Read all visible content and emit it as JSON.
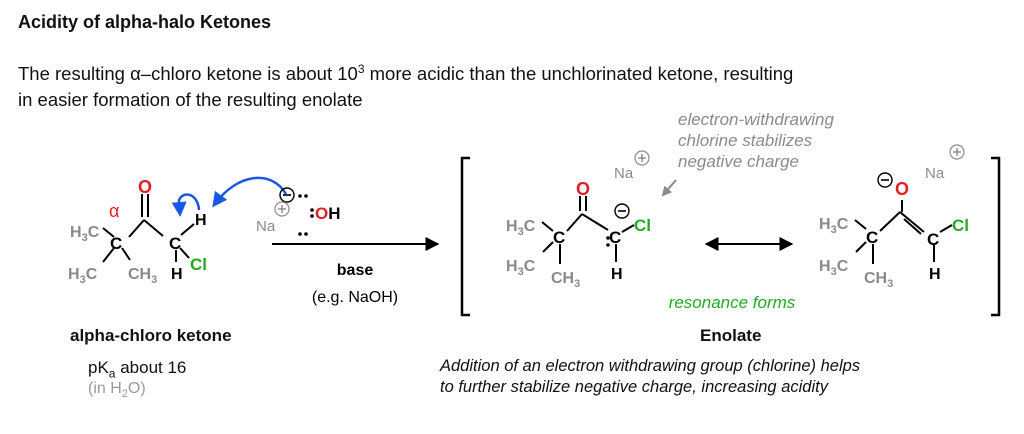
{
  "title": "Acidity of alpha-halo Ketones",
  "intro": {
    "line1_before": "The resulting ",
    "alpha": "α",
    "line1_mid": "–chloro ketone is about 10",
    "exponent": "3",
    "line1_after": " more acidic than the unchlorinated ketone, resulting",
    "line2": "in easier formation of the resulting enolate"
  },
  "reactant": {
    "name": "alpha-chloro ketone",
    "pka_prefix": "pK",
    "pka_sub": "a",
    "pka_suffix": " about 16",
    "solvent_prefix": "(in H",
    "solvent_sub": "2",
    "solvent_suffix": "O)",
    "alpha_symbol": "α"
  },
  "reagent": {
    "base_label": "base",
    "example": "(e.g. NaOH)",
    "sodium": "Na",
    "hydroxide": "OH"
  },
  "atoms": {
    "methyl": "H3C",
    "methyl_h": "H",
    "methyl_3": "3",
    "methyl_c": "C",
    "ch3_c": "CH",
    "ch3_3": "3",
    "carbon": "C",
    "oxygen": "O",
    "chlorine": "Cl",
    "hydrogen": "H",
    "plus": "+",
    "minus": "−"
  },
  "annotation": {
    "line1": "electron-withdrawing",
    "line2": "chlorine stabilizes",
    "line3": "negative charge"
  },
  "resonance_label": "resonance forms",
  "product_name": "Enolate",
  "addition_note": {
    "line1": "Addition of an electron withdrawing group (chlorine) helps",
    "line2": "to further stabilize negative charge, increasing acidity"
  },
  "colors": {
    "oxygen": "#e02020",
    "chlorine": "#22aa22",
    "curved_arrow": "#1a56e8",
    "counterion": "#8a8a8a"
  }
}
